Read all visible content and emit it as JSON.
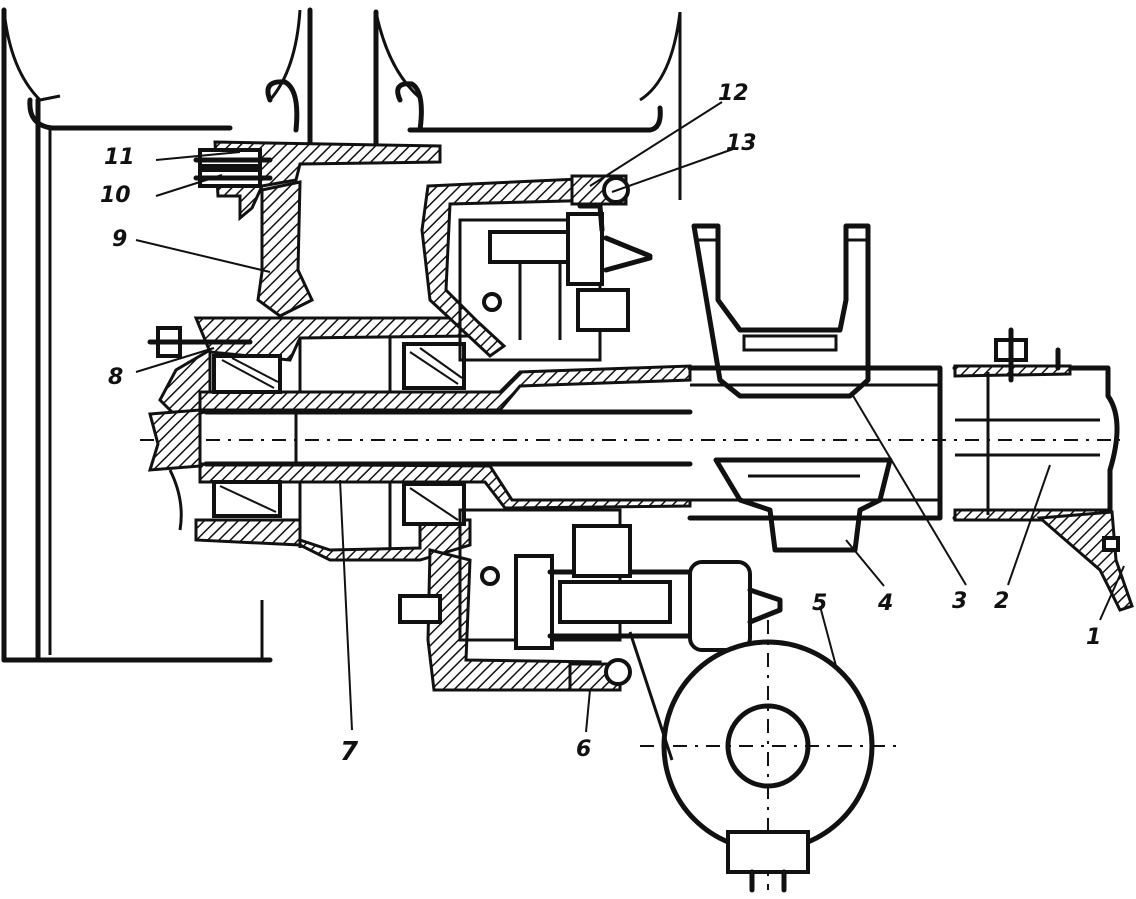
{
  "diagram": {
    "callouts": [
      {
        "id": "1",
        "text": "1"
      },
      {
        "id": "2",
        "text": "2"
      },
      {
        "id": "3",
        "text": "3"
      },
      {
        "id": "4",
        "text": "4"
      },
      {
        "id": "5",
        "text": "5"
      },
      {
        "id": "6",
        "text": "6"
      },
      {
        "id": "7",
        "text": "7"
      },
      {
        "id": "8",
        "text": "8"
      },
      {
        "id": "9",
        "text": "9"
      },
      {
        "id": "10",
        "text": "10"
      },
      {
        "id": "11",
        "text": "11"
      },
      {
        "id": "12",
        "text": "12"
      },
      {
        "id": "13",
        "text": "13"
      }
    ]
  },
  "colors": {
    "ink": "#111111",
    "paper": "#ffffff"
  }
}
